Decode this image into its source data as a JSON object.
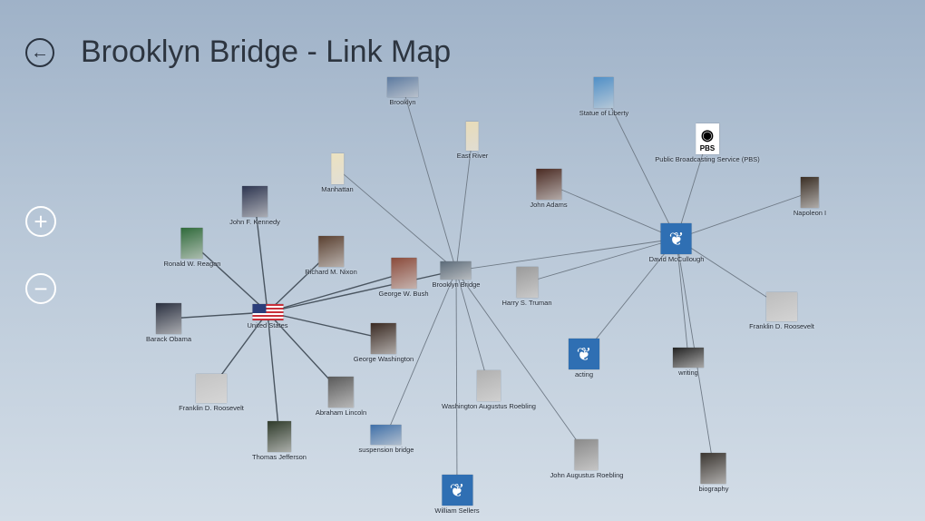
{
  "header": {
    "title": "Brooklyn Bridge - Link Map",
    "back_icon": "back-arrow-icon"
  },
  "zoom": {
    "in_label": "+",
    "out_label": "−"
  },
  "nodes": [
    {
      "id": "brooklyn",
      "label": "Brooklyn",
      "kind": "photo",
      "color": "#5c7aa0"
    },
    {
      "id": "statue",
      "label": "Statue of Liberty",
      "kind": "photo",
      "color": "#4f8fc7"
    },
    {
      "id": "east_river",
      "label": "East River",
      "kind": "photo",
      "color": "#e8dcb8"
    },
    {
      "id": "pbs",
      "label": "Public Broadcasting Service (PBS)",
      "kind": "pbs",
      "color": "#ffffff"
    },
    {
      "id": "manhattan",
      "label": "Manhattan",
      "kind": "photo",
      "color": "#ece2c0"
    },
    {
      "id": "jfk",
      "label": "John F. Kennedy",
      "kind": "photo",
      "color": "#2d3550"
    },
    {
      "id": "john_adams",
      "label": "John Adams",
      "kind": "photo",
      "color": "#4a2a22"
    },
    {
      "id": "napoleon",
      "label": "Napoleon I",
      "kind": "photo",
      "color": "#3a2e24"
    },
    {
      "id": "reagan",
      "label": "Ronald W. Reagan",
      "kind": "photo",
      "color": "#2f6a3a"
    },
    {
      "id": "nixon",
      "label": "Richard M. Nixon",
      "kind": "photo",
      "color": "#5a4030"
    },
    {
      "id": "bush",
      "label": "George W. Bush",
      "kind": "photo",
      "color": "#8a4a3a"
    },
    {
      "id": "brooklyn_bridge",
      "label": "Brooklyn Bridge",
      "kind": "photo",
      "color": "#5b6a78"
    },
    {
      "id": "mccullough",
      "label": "David McCullough",
      "kind": "thistle",
      "color": "#2f6fb3"
    },
    {
      "id": "truman",
      "label": "Harry S. Truman",
      "kind": "photo",
      "color": "#9a9a9a"
    },
    {
      "id": "us",
      "label": "United States",
      "kind": "flag",
      "color": "#c8303a"
    },
    {
      "id": "obama",
      "label": "Barack Obama",
      "kind": "photo",
      "color": "#2a3040"
    },
    {
      "id": "fdr_right",
      "label": "Franklin D. Roosevelt",
      "kind": "photo",
      "color": "#bdbdbd"
    },
    {
      "id": "washington",
      "label": "George Washington",
      "kind": "photo",
      "color": "#3a2a22"
    },
    {
      "id": "acting",
      "label": "acting",
      "kind": "thistle",
      "color": "#2f6fb3"
    },
    {
      "id": "writing",
      "label": "writing",
      "kind": "photo",
      "color": "#222222"
    },
    {
      "id": "fdr_left",
      "label": "Franklin D. Roosevelt",
      "kind": "photo",
      "color": "#c4c4c4"
    },
    {
      "id": "lincoln",
      "label": "Abraham Lincoln",
      "kind": "photo",
      "color": "#5a5a5a"
    },
    {
      "id": "wa_roebling",
      "label": "Washington Augustus Roebling",
      "kind": "photo",
      "color": "#b0b0b0"
    },
    {
      "id": "suspension",
      "label": "suspension bridge",
      "kind": "photo",
      "color": "#3e6fa8"
    },
    {
      "id": "jefferson",
      "label": "Thomas Jefferson",
      "kind": "photo",
      "color": "#2e3a2a"
    },
    {
      "id": "ja_roebling",
      "label": "John Augustus Roebling",
      "kind": "photo",
      "color": "#8a8a8a"
    },
    {
      "id": "biography",
      "label": "biography",
      "kind": "photo",
      "color": "#3a3530"
    },
    {
      "id": "william_sellers",
      "label": "William Sellers",
      "kind": "thistle",
      "color": "#2f6fb3"
    }
  ],
  "edges": [
    [
      "us",
      "jfk"
    ],
    [
      "us",
      "reagan"
    ],
    [
      "us",
      "nixon"
    ],
    [
      "us",
      "bush"
    ],
    [
      "us",
      "obama"
    ],
    [
      "us",
      "washington"
    ],
    [
      "us",
      "fdr_left"
    ],
    [
      "us",
      "lincoln"
    ],
    [
      "us",
      "jefferson"
    ],
    [
      "us",
      "brooklyn_bridge"
    ],
    [
      "brooklyn_bridge",
      "brooklyn"
    ],
    [
      "brooklyn_bridge",
      "manhattan"
    ],
    [
      "brooklyn_bridge",
      "east_river"
    ],
    [
      "brooklyn_bridge",
      "mccullough"
    ],
    [
      "brooklyn_bridge",
      "suspension"
    ],
    [
      "brooklyn_bridge",
      "wa_roebling"
    ],
    [
      "brooklyn_bridge",
      "ja_roebling"
    ],
    [
      "brooklyn_bridge",
      "william_sellers"
    ],
    [
      "mccullough",
      "statue"
    ],
    [
      "mccullough",
      "pbs"
    ],
    [
      "mccullough",
      "john_adams"
    ],
    [
      "mccullough",
      "napoleon"
    ],
    [
      "mccullough",
      "fdr_right"
    ],
    [
      "mccullough",
      "acting"
    ],
    [
      "mccullough",
      "writing"
    ],
    [
      "mccullough",
      "biography"
    ],
    [
      "mccullough",
      "truman"
    ]
  ]
}
